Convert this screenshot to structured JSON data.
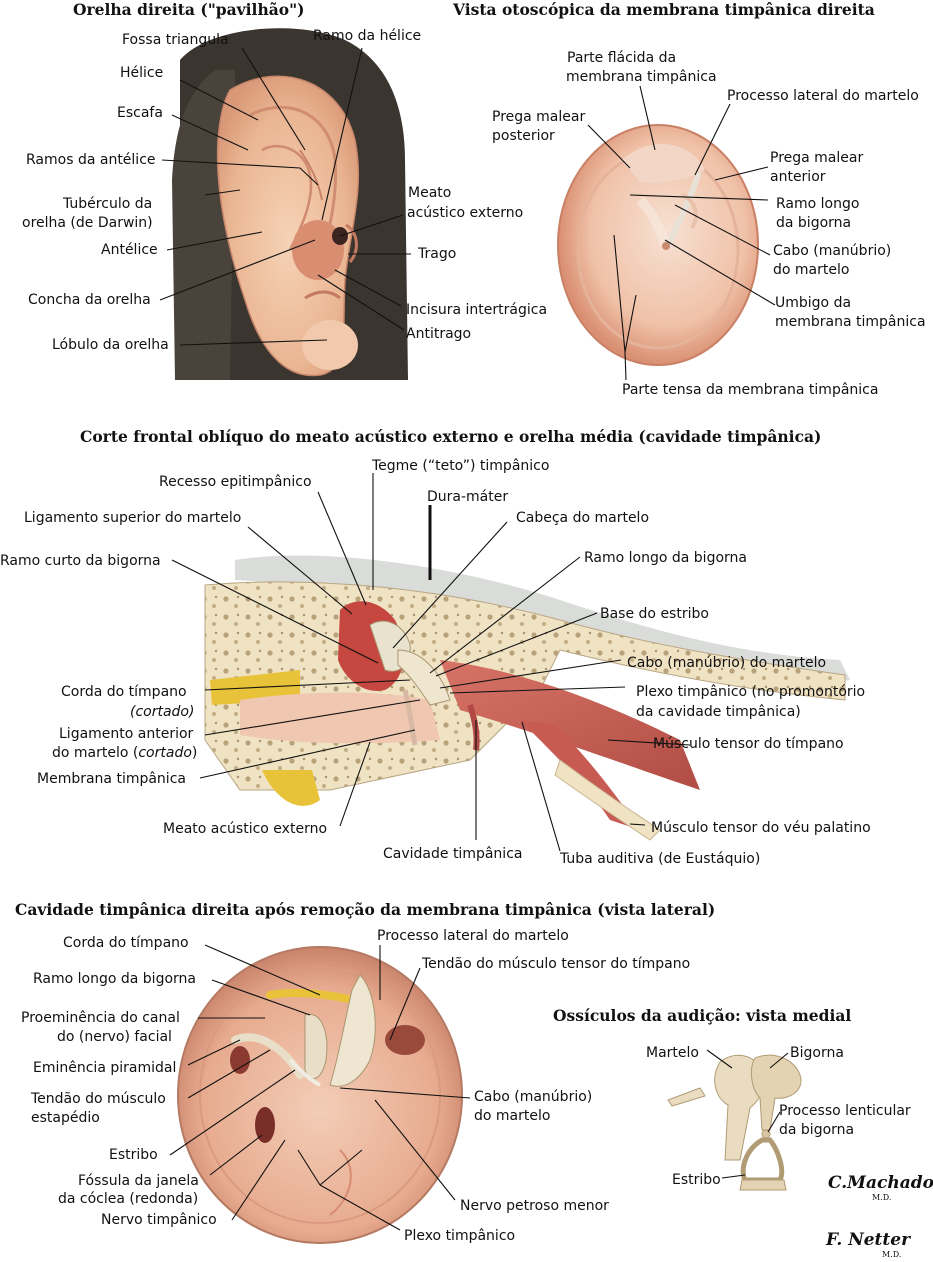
{
  "titles": {
    "ear": "Orelha direita (\"pavilhão\")",
    "otoscopic": "Vista otoscópica da membrana timpânica direita",
    "section": "Corte frontal oblíquo do meato acústico externo e orelha média (cavidade timpânica)",
    "cavity": "Cavidade timpânica direita após remoção da membrana timpânica (vista lateral)",
    "ossicles": "Ossículos da audição: vista medial"
  },
  "ear": {
    "fossa_triangula": "Fossa triangula",
    "ramo_helice": "Ramo da hélice",
    "helice": "Hélice",
    "escafa": "Escafa",
    "ramos_antelice": "Ramos da antélice",
    "tuberculo_1": "Tubérculo da",
    "tuberculo_2": "orelha (de Darwin)",
    "meato_1": "Meato",
    "meato_2": "acústico externo",
    "antelice": "Antélice",
    "trago": "Trago",
    "concha": "Concha da orelha",
    "incisura": "Incisura intertrágica",
    "antitrago": "Antitrago",
    "lobulo": "Lóbulo da orelha"
  },
  "otoscopic": {
    "parte_flacida_1": "Parte flácida da",
    "parte_flacida_2": "membrana timpânica",
    "processo_lateral": "Processo lateral do martelo",
    "prega_post_1": "Prega malear",
    "prega_post_2": "posterior",
    "prega_ant_1": "Prega malear",
    "prega_ant_2": "anterior",
    "ramo_longo_1": "Ramo longo",
    "ramo_longo_2": "da bigorna",
    "cabo_1": "Cabo (manúbrio)",
    "cabo_2": "do martelo",
    "umbigo_1": "Umbigo da",
    "umbigo_2": "membrana timpânica",
    "parte_tensa": "Parte tensa da membrana timpânica"
  },
  "section": {
    "tegme": "Tegme (“teto”) timpânico",
    "recesso": "Recesso epitimpânico",
    "dura": "Dura-máter",
    "lig_superior": "Ligamento superior do martelo",
    "cabeca": "Cabeça do martelo",
    "ramo_curto": "Ramo curto da bigorna",
    "ramo_longo": "Ramo longo da bigorna",
    "base_estribo": "Base do estribo",
    "cabo": "Cabo (manúbrio) do martelo",
    "corda_1": "Corda do tímpano",
    "corda_2": "(cortado)",
    "plexo_1": "Plexo timpânico (no promontório",
    "plexo_2": "da cavidade timpânica)",
    "lig_anterior_1": "Ligamento anterior",
    "lig_anterior_2a": "do martelo (",
    "lig_anterior_2b": "cortado",
    "lig_anterior_2c": ")",
    "tensor_timpano": "Músculo tensor do tímpano",
    "membrana": "Membrana timpânica",
    "meato": "Meato acústico externo",
    "tensor_veu": "Músculo tensor do véu palatino",
    "cavidade": "Cavidade timpânica",
    "tuba": "Tuba auditiva (de Eustáquio)"
  },
  "cavity": {
    "corda": "Corda do tímpano",
    "processo_lateral": "Processo lateral do martelo",
    "ramo_longo": "Ramo longo da bigorna",
    "tendao_tensor": "Tendão do músculo tensor do tímpano",
    "proeminencia_1": "Proeminência do canal",
    "proeminencia_2": "do (nervo) facial",
    "eminencia": "Eminência piramidal",
    "tendao_estapedio_1": "Tendão do músculo",
    "tendao_estapedio_2": "estapédio",
    "cabo_1": "Cabo (manúbrio)",
    "cabo_2": "do martelo",
    "estribo": "Estribo",
    "fossula_1": "Fóssula da janela",
    "fossula_2": "da cóclea (redonda)",
    "nervo_petroso": "Nervo petroso menor",
    "nervo_timpanico": "Nervo timpânico",
    "plexo": "Plexo timpânico"
  },
  "ossicles": {
    "martelo": "Martelo",
    "bigorna": "Bigorna",
    "processo_1": "Processo lenticular",
    "processo_2": "da bigorna",
    "estribo": "Estribo"
  },
  "signatures": {
    "machado_1": "C.Machado",
    "machado_2": "M.D.",
    "netter_1": "F. Netter",
    "netter_2": "M.D."
  },
  "colors": {
    "skin": "#f2c4a4",
    "skin_dark": "#d9937a",
    "hair": "#3a3530",
    "bone": "#efe3c4",
    "muscle": "#c9645a",
    "fat": "#e8c33a",
    "membrane": "#f4d2c0"
  }
}
